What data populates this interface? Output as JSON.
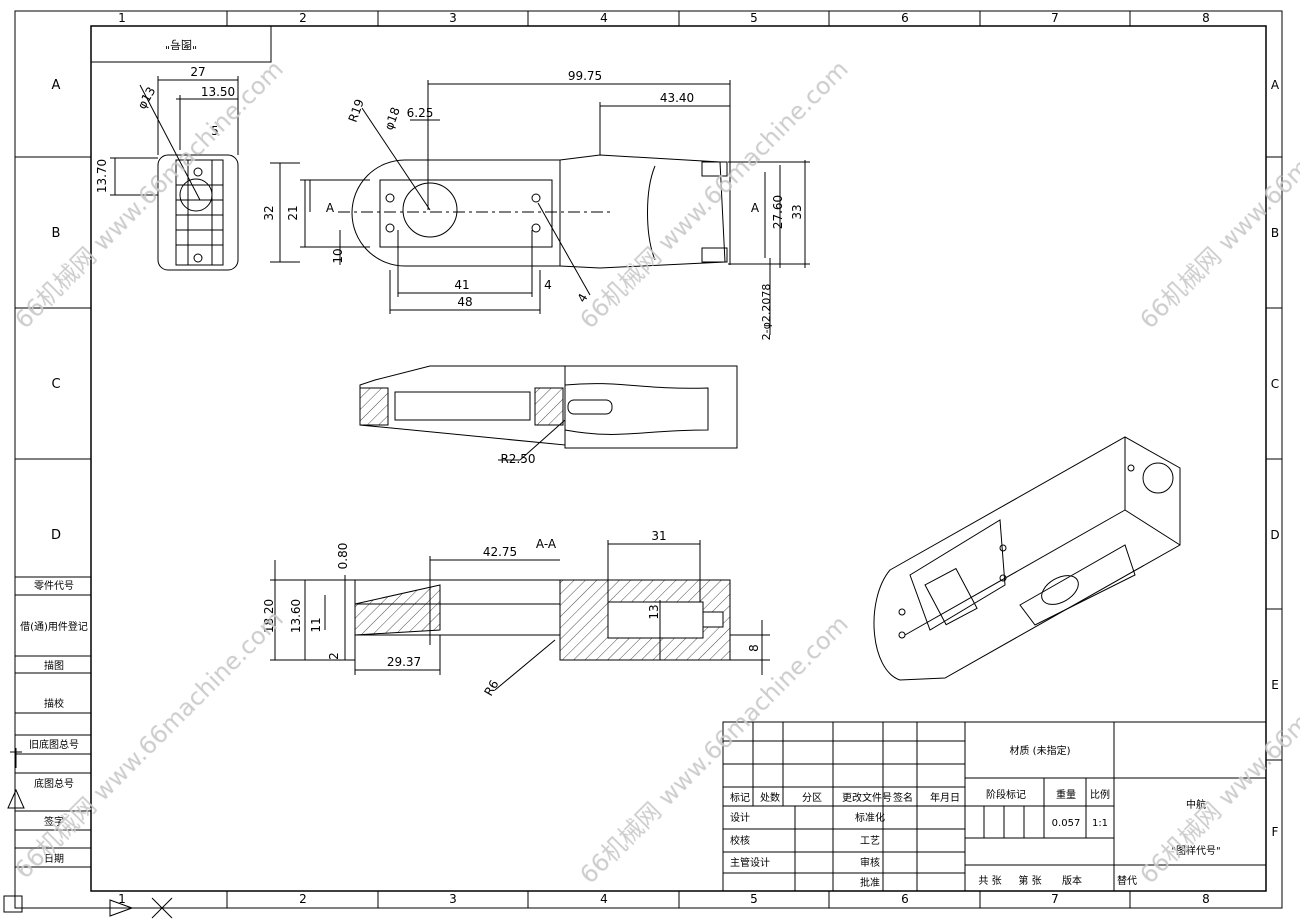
{
  "border": {
    "top_numbers": [
      "1",
      "2",
      "3",
      "4",
      "5",
      "6",
      "7",
      "8"
    ],
    "bottom_numbers": [
      "1",
      "2",
      "3",
      "4",
      "5",
      "6",
      "7",
      "8"
    ],
    "left_letters": [
      "A",
      "B",
      "C",
      "D"
    ],
    "right_letters": [
      "A",
      "B",
      "C",
      "D",
      "E",
      "F"
    ]
  },
  "corner_tag": "\"图号\"",
  "side_table": [
    "零件代号",
    "借(通)用件登记",
    "描图",
    "描校",
    "旧底图总号",
    "底图总号",
    "签字",
    "日期"
  ],
  "dimensions": {
    "d27": "27",
    "d13_50": "13.50",
    "phi13": "φ13",
    "d13_70": "13.70",
    "r5": "5",
    "d99_75": "99.75",
    "d43_40": "43.40",
    "r19": "R19",
    "phi18": "φ18",
    "d6_25": "6.25",
    "d32": "32",
    "d21": "21",
    "d10": "10",
    "section_a": "A",
    "d41": "41",
    "d4": "4",
    "d48": "48",
    "d4_hole": "4",
    "d27_60": "27.60",
    "d33": "33",
    "holes": "2-φ2.2078",
    "r2_50": "R2.50",
    "aa_label": "A-A",
    "d42_75": "42.75",
    "d31": "31",
    "d0_80": "0.80",
    "d18_20": "18.20",
    "d13_60": "13.60",
    "d11": "11",
    "d2": "2",
    "d13": "13",
    "d8": "8",
    "d29_37": "29.37",
    "r6": "R6"
  },
  "title_block": {
    "material": "材质 (未指定)",
    "headers": [
      "标记",
      "处数",
      "分区",
      "更改文件号",
      "签名",
      "年月日"
    ],
    "stage_label": "阶段标记",
    "weight_label": "重量",
    "scale_label": "比例",
    "weight_value": "0.057",
    "scale_value": "1:1",
    "rows_left": [
      "设计",
      "校核",
      "主管设计"
    ],
    "rows_mid": [
      "标准化",
      "工艺",
      "审核",
      "批准"
    ],
    "company": "中航",
    "drawing_no": "\"图样代号\"",
    "bottom_row": [
      "共 张",
      "第 张",
      "版本",
      "替代"
    ]
  },
  "watermark": [
    "66机械网 www.66machine.com"
  ]
}
